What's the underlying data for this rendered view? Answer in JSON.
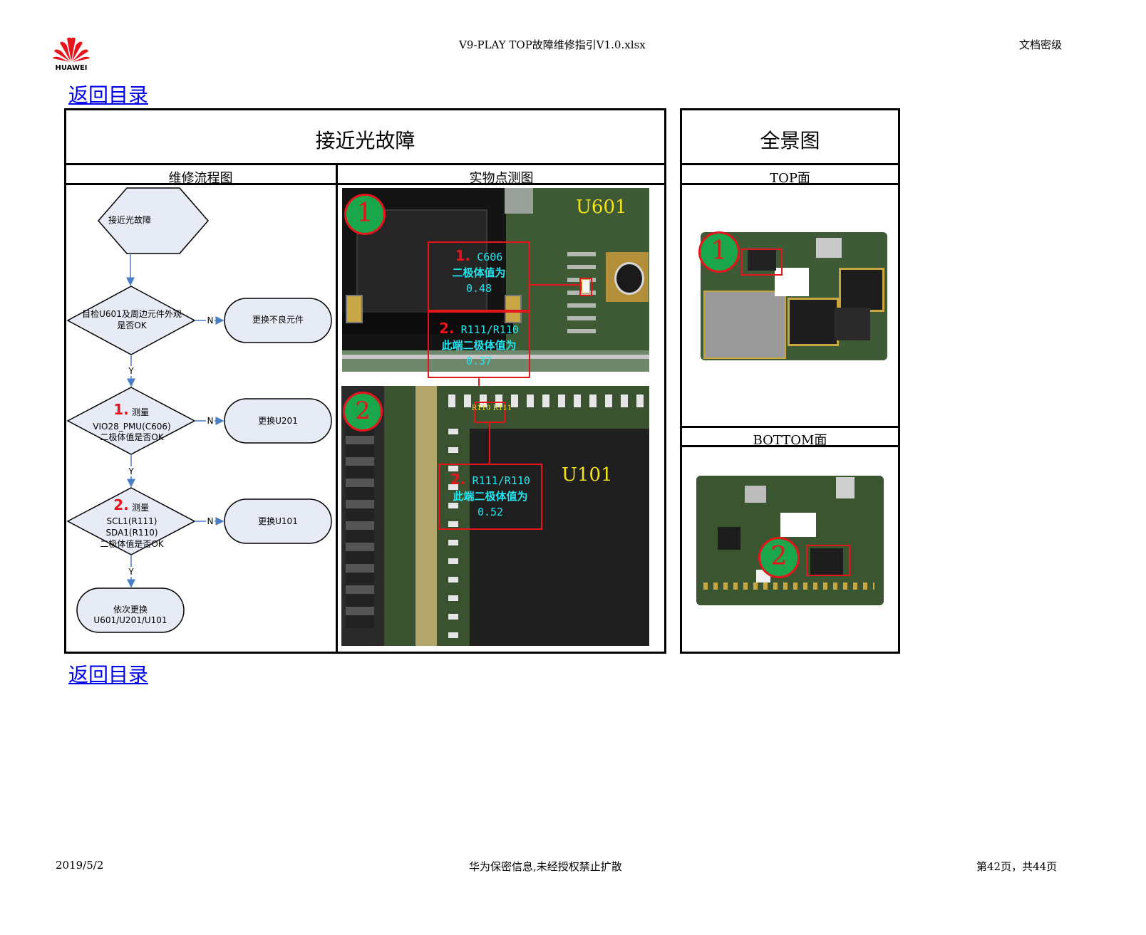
{
  "header": {
    "logo_text": "HUAWEI",
    "file_title": "V9-PLAY TOP故障维修指引V1.0.xlsx",
    "classification": "文档密级"
  },
  "back_link": "返回目录",
  "main": {
    "title": "接近光故障",
    "col_flow": "维修流程图",
    "col_photo": "实物点测图"
  },
  "flow": {
    "start": "接近光故障",
    "q1": [
      "目检U601及周边元件外观",
      "是否OK"
    ],
    "a1": "更换不良元件",
    "q2_num": "1.",
    "q2": [
      "测量",
      "VIO28_PMU(C606)",
      "二极体值是否OK"
    ],
    "a2": "更换U201",
    "q3_num": "2.",
    "q3": [
      "测量",
      "SCL1(R111)",
      "SDA1(R110)",
      "二极体值是否OK"
    ],
    "a3": "更换U101",
    "end": "依次更换U601/U201/U101",
    "yes": "Y",
    "no": "N"
  },
  "photo1": {
    "marker": "1",
    "chip": "U601",
    "anno1": {
      "num": "1.",
      "ref": "C606",
      "line2": "二极体值为",
      "value": "0.48"
    },
    "anno2": {
      "num": "2.",
      "ref": "R111/R110",
      "line2": "此端二极体值为",
      "value": "0.37"
    }
  },
  "photo2": {
    "marker": "2",
    "chip": "U101",
    "pads": "R110 R111",
    "anno": {
      "num": "2.",
      "ref": "R111/R110",
      "line2": "此端二极体值为",
      "value": "0.52"
    }
  },
  "overview": {
    "title": "全景图",
    "top_label": "TOP面",
    "bottom_label": "BOTTOM面",
    "top_marker": "1",
    "bottom_marker": "2"
  },
  "footer": {
    "date": "2019/5/2",
    "notice": "华为保密信息,未经授权禁止扩散",
    "page": "第42页，共44页"
  },
  "colors": {
    "link": "#0000ee",
    "marker_fill": "#1aa64a",
    "marker_ring": "#e8141c",
    "annotation": "#22e6f0",
    "chip_label": "#f5e31a",
    "flow_fill": "#e6ebf5",
    "flow_arrow": "#4a7ec6"
  }
}
